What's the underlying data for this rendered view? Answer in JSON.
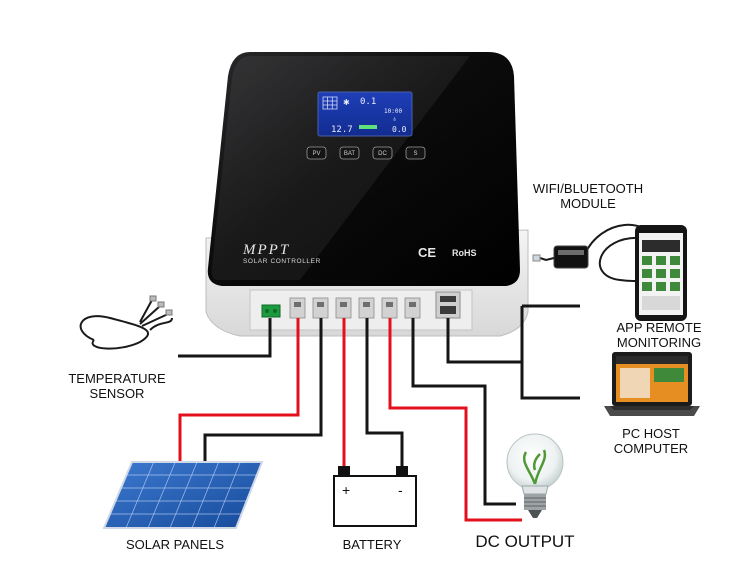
{
  "device": {
    "brand_text": "MPPT",
    "subtitle": "SOLAR CONTROLLER",
    "cert_ce": "CE",
    "cert_rohs": "RoHS",
    "buttons": [
      "PV",
      "BAT",
      "DC",
      "S"
    ],
    "lcd": {
      "top_value": "0.1",
      "mid_value": "10:00",
      "battery_value": "12.7",
      "right_value": "0.0"
    }
  },
  "labels": {
    "wifi_module": [
      "WIFI/BLUETOOTH",
      "MODULE"
    ],
    "app_remote": [
      "APP REMOTE",
      "MONITORING"
    ],
    "pc_host": [
      "PC HOST",
      "COMPUTER"
    ],
    "temperature": [
      "TEMPERATURE",
      "SENSOR"
    ],
    "solar_panels": "SOLAR PANELS",
    "battery": "BATTERY",
    "battery_plus": "+",
    "battery_minus": "-",
    "dc_output": "DC OUTPUT"
  },
  "colors": {
    "wire_red": "#e3101b",
    "wire_black": "#151515",
    "device_body": "#0c0c0d",
    "panel_blue": "#1f5fb5"
  }
}
